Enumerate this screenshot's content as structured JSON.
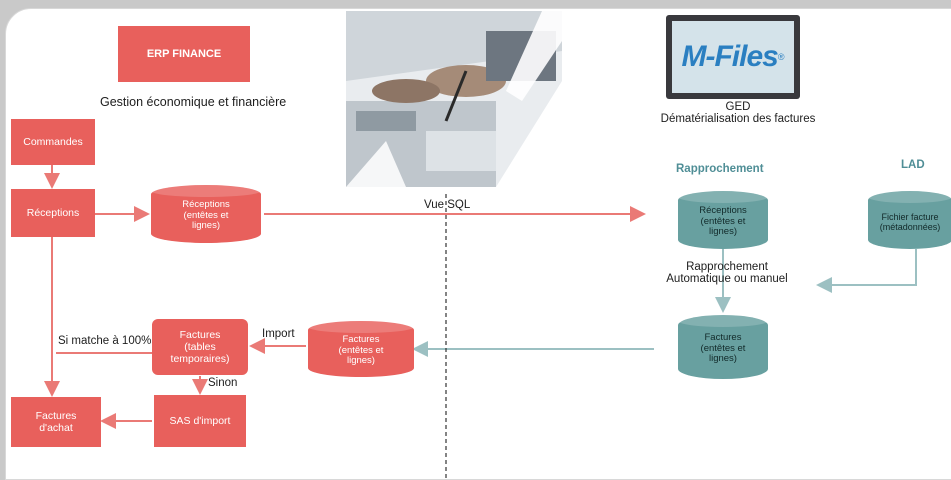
{
  "erp": {
    "title": "ERP FINANCE",
    "subtitle": "Gestion économique et financière"
  },
  "ged": {
    "logo": "M-Files",
    "logo_mark": "®",
    "caption": "GED\nDématérialisation des factures"
  },
  "erp_boxes": {
    "commandes": "Commandes",
    "receptions": "Réceptions",
    "factures_achat": "Factures\nd'achat",
    "factures_tables": "Factures\n(tables\ntemporaires)",
    "sas_import": "SAS d'import"
  },
  "erp_cylinders": {
    "receptions": "Réceptions\n(entêtes et\nlignes)",
    "factures": "Factures\n(entêtes et\nlignes)"
  },
  "ged_headers": {
    "rapprochement": "Rapprochement",
    "lad": "LAD"
  },
  "ged_cylinders": {
    "receptions": "Réceptions\n(entêtes et\nlignes)",
    "factures": "Factures\n(entêtes et\nlignes)",
    "fichier": "Fichier facture\n(métadonnées)"
  },
  "labels": {
    "vue_sql": "Vue SQL",
    "rapprochement_mode": "Rapprochement\nAutomatique  ou manuel",
    "si_match": "Si matche à 100%",
    "import": "Import",
    "sinon": "Sinon"
  },
  "colors": {
    "erp_red": "#e8605c",
    "ged_teal": "#68a0a0",
    "arrow_red": "#ea7a76",
    "arrow_teal": "#9cc0c2"
  }
}
